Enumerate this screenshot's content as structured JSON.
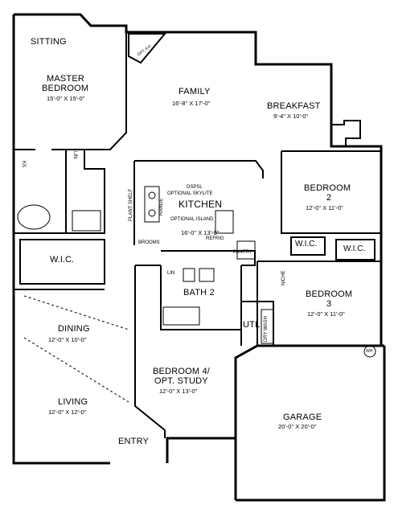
{
  "rooms": {
    "sitting": {
      "name": "SITTING"
    },
    "master": {
      "name1": "MASTER",
      "name2": "BEDROOM",
      "dim": "15'-0\" X 15'-0\""
    },
    "family": {
      "name": "FAMILY",
      "dim": "16'-8\" X 17'-0\""
    },
    "breakfast": {
      "name": "BREAKFAST",
      "dim": "9'-4\" X 10'-0\""
    },
    "bedroom2": {
      "name1": "BEDROOM",
      "name2": "2",
      "dim": "12'-0\" X 11'-0\""
    },
    "kitchen": {
      "note1": "DSPSL",
      "note2": "OPTIONAL SKYLITE",
      "name": "KITCHEN",
      "island": "OPTIONAL ISLAND",
      "dim": "16'-0\" X 13'-0\""
    },
    "wic_master": {
      "name": "W.I.C."
    },
    "wic_b2a": {
      "name": "W.I.C."
    },
    "wic_b2b": {
      "name": "W.I.C."
    },
    "bedroom3": {
      "name1": "BEDROOM",
      "name2": "3",
      "dim": "12'-0\" X 11'-0\""
    },
    "bath2": {
      "name": "BATH 2"
    },
    "utl": {
      "name": "UTL"
    },
    "dining": {
      "name": "DINING",
      "dim": "12'-0\" X 10'-0\""
    },
    "bedroom4": {
      "name1": "BEDROOM 4/",
      "name2": "OPT. STUDY",
      "dim": "12'-0\" X 13'-0\""
    },
    "living": {
      "name": "LIVING",
      "dim": "12'-0\" X 12'-0\""
    },
    "garage": {
      "name": "GARAGE",
      "dim": "20'-0\" X 20'-0\""
    },
    "entry": {
      "name": "ENTRY"
    }
  },
  "fixtures": {
    "ks": "KS",
    "lin_master": "LIN",
    "lin_bath": "LIN",
    "plant_shelf": "PLANT SHELF",
    "range": "RANGE",
    "refrig": "REFRIG",
    "pantry": "PANTRY",
    "brooms": "BROOMS",
    "niche": "NICHE",
    "dry_wash": "DRY WASH",
    "wh": "WH",
    "opt_fp": "OPT. F.P."
  }
}
